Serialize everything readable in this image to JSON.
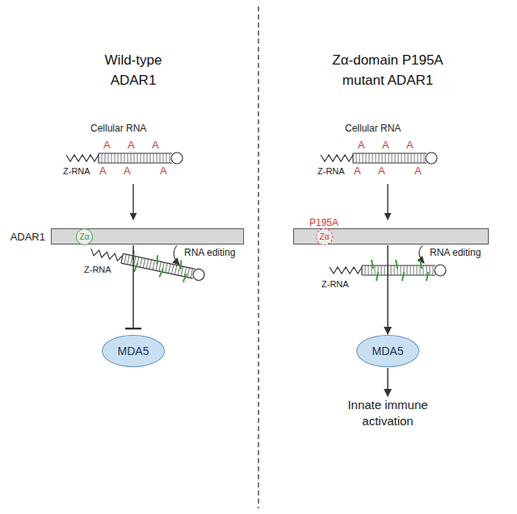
{
  "diagram": {
    "nodes": [
      {
        "text": [
          "ADAR1"
        ]
      },
      {
        "text": [
          "Zα"
        ],
        "in": 0
      },
      {
        "text": [
          "MDA5"
        ]
      },
      {
        "text": [
          "P195A"
        ]
      },
      {
        "text": [
          "Zα"
        ],
        "in": 3
      },
      {
        "text": [
          "MDA5"
        ]
      },
      {
        "text": [
          "Innate immune activation"
        ]
      }
    ],
    "edges": [
      {
        "from": 0,
        "to": 2,
        "arrow": "to"
      },
      {
        "from": 3,
        "to": 5,
        "arrow": "to"
      },
      {
        "from": 5,
        "to": 6,
        "arrow": "to"
      }
    ],
    "labels": [
      "Wild-type ADAR1",
      "Cellular RNA",
      "A",
      "A",
      "A",
      "A",
      "A",
      "A",
      "Z-RNA",
      "Z-RNA",
      "RNA editing",
      "Zα-domain P195A mutant ADAR1",
      "Cellular RNA",
      "A",
      "A",
      "A",
      "A",
      "A",
      "A",
      "Z-RNA",
      "Z-RNA",
      "RNA editing"
    ]
  }
}
